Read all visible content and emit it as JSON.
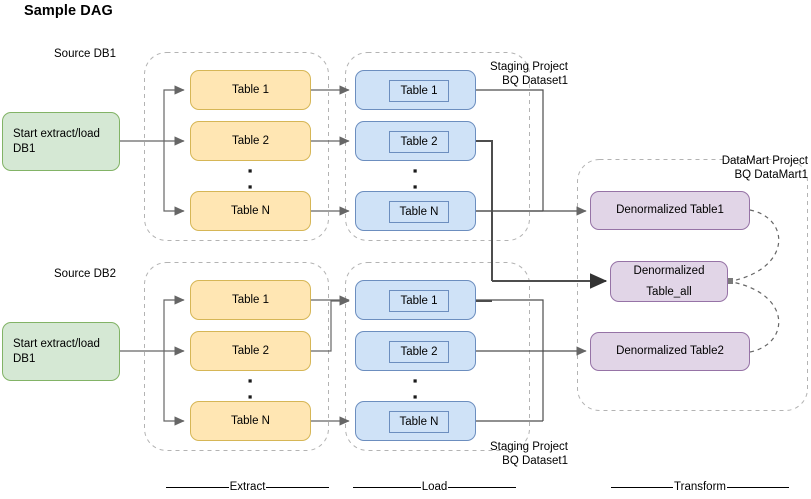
{
  "diagram": {
    "title": "Sample DAG",
    "groups": {
      "source_db1": "Source DB1",
      "source_db2": "Source DB2",
      "staging_top_line1": "Staging Project",
      "staging_top_line2": "BQ Dataset1",
      "staging_bottom_line1": "Staging Project",
      "staging_bottom_line2": "BQ Dataset1",
      "datamart_line1": "DataMart Project",
      "datamart_line2": "BQ DataMart1"
    },
    "start_nodes": {
      "top_line1": "Start extract/load",
      "top_line2": "DB1",
      "bottom_line1": "Start extract/load",
      "bottom_line2": "DB1"
    },
    "extract_top": [
      "Table 1",
      "Table 2",
      "Table N"
    ],
    "extract_bottom": [
      "Table 1",
      "Table 2",
      "Table N"
    ],
    "load_top": [
      "Table 1",
      "Table 2",
      "Table N"
    ],
    "load_bottom": [
      "Table 1",
      "Table 2",
      "Table N"
    ],
    "transform": {
      "table1": "Denormalized Table1",
      "table_all_line1": "Denormalized",
      "table_all_line2": "Table_all",
      "table2": "Denormalized Table2"
    },
    "ellipsis": "▪",
    "phases": {
      "extract": "Extract",
      "load": "Load",
      "transform": "Transform"
    },
    "colors": {
      "green_fill": "#d5e8d4",
      "green_stroke": "#82b366",
      "yellow_fill": "#ffe6b3",
      "yellow_stroke": "#d6b656",
      "blue_fill": "#cfe2f7",
      "blue_stroke": "#6c8ebf",
      "purple_fill": "#e1d5e7",
      "purple_stroke": "#9673a6",
      "container_stroke": "#b3b3b3",
      "arrow_stroke": "#666666"
    }
  }
}
